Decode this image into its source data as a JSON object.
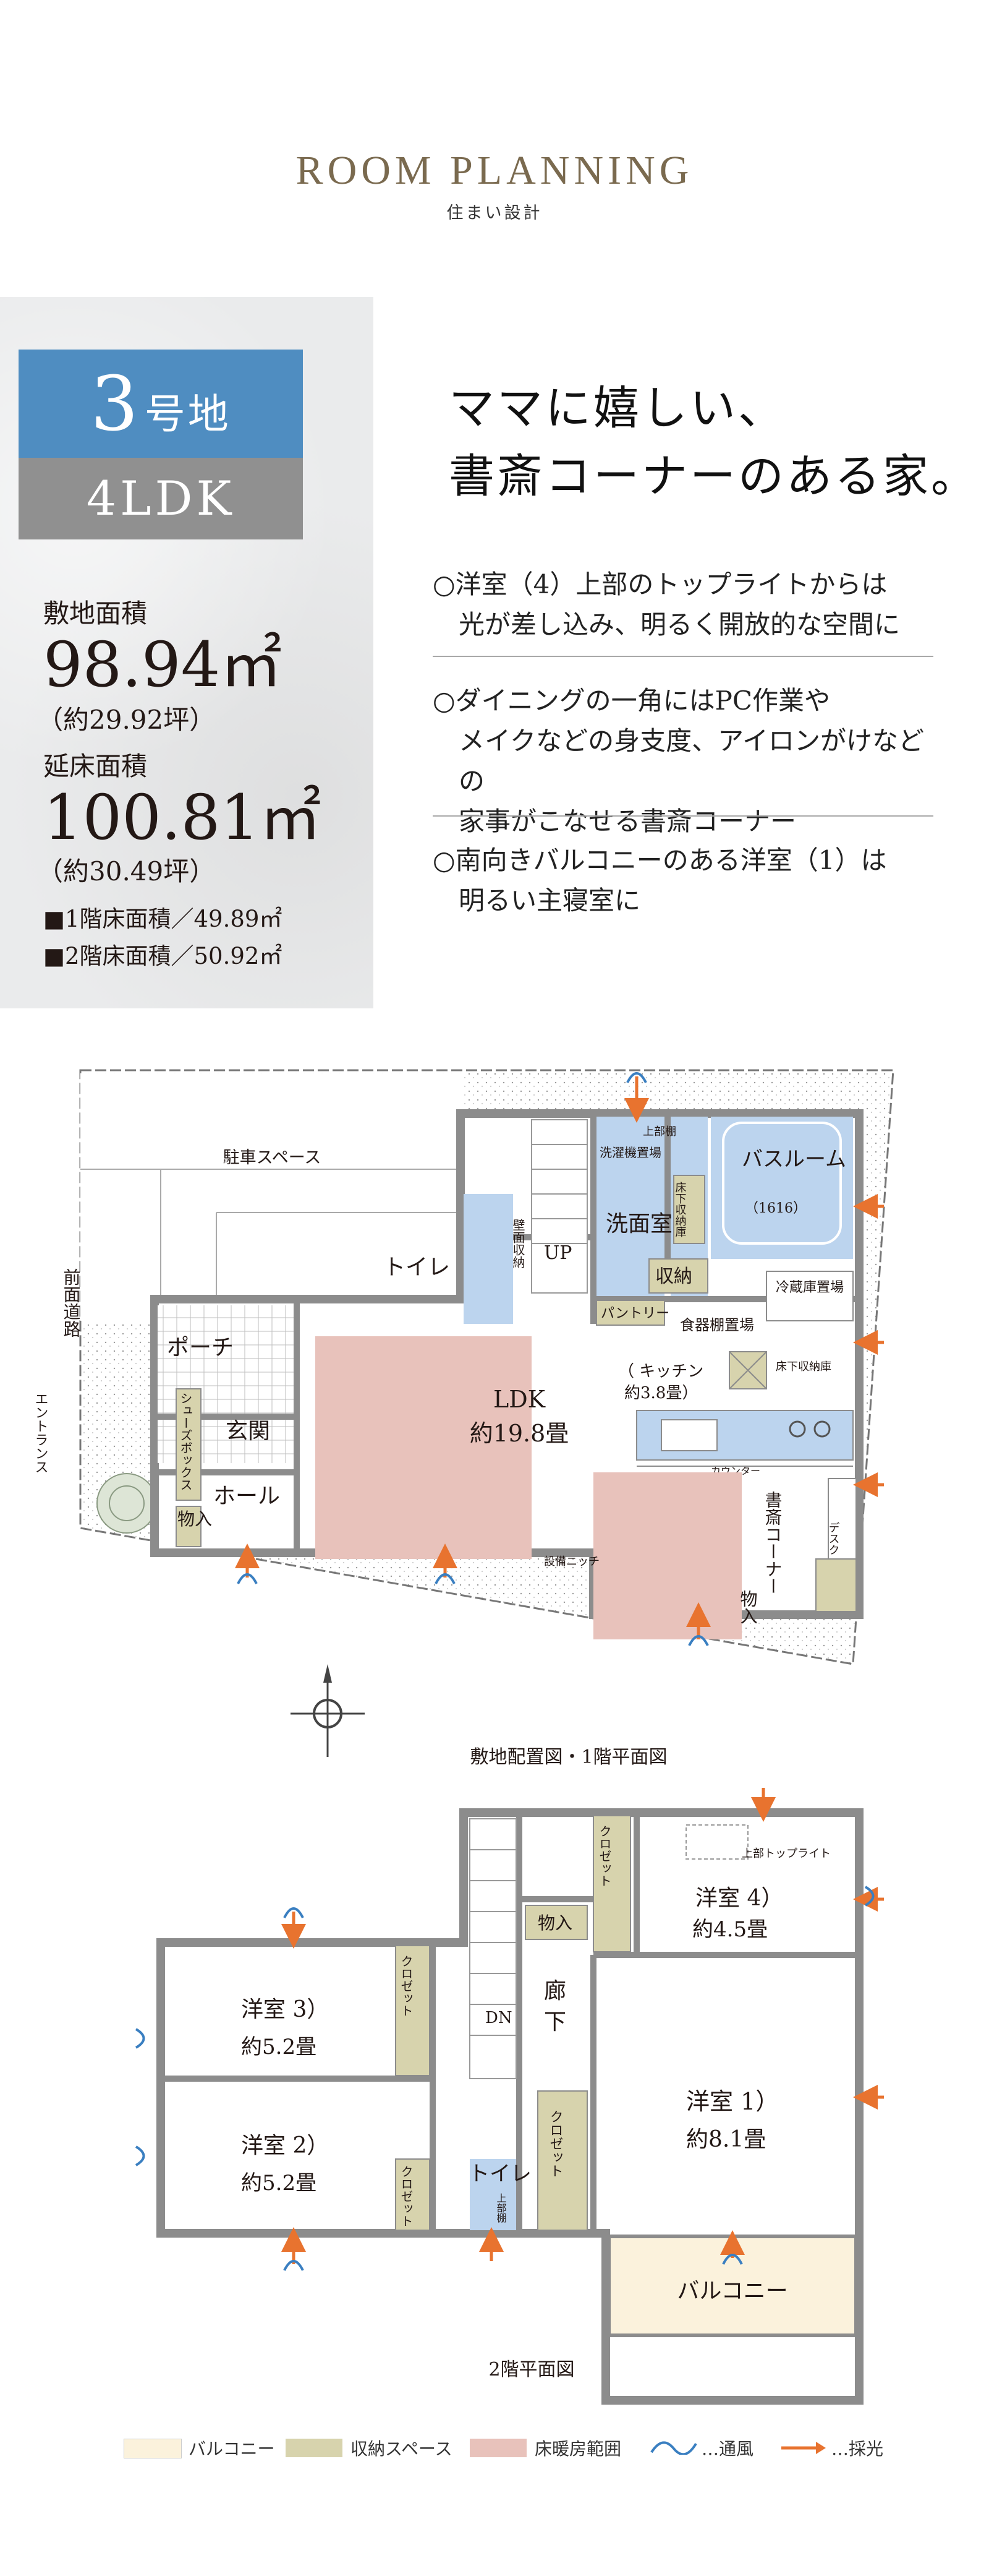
{
  "header": {
    "title": "ROOM PLANNING",
    "subtitle": "住まい設計"
  },
  "spec": {
    "plot_number": "3",
    "plot_suffix": "号地",
    "layout": "4LDK",
    "site_area_label": "敷地面積",
    "site_area": "98.94㎡",
    "site_area_tsubo": "（約29.92坪）",
    "floor_area_label": "延床面積",
    "floor_area": "100.81㎡",
    "floor_area_tsubo": "（約30.49坪）",
    "floor1": "■1階床面積／49.89㎡",
    "floor2": "■2階床面積／50.92㎡"
  },
  "catch": {
    "line1": "ママに嬉しい、",
    "line2": "書斎コーナーのある家。"
  },
  "features": [
    {
      "line1": "○洋室（4）上部のトップライトからは",
      "line2": "光が差し込み、明るく開放的な空間に",
      "line3": ""
    },
    {
      "line1": "○ダイニングの一角にはPC作業や",
      "line2": "メイクなどの身支度、アイロンがけなどの",
      "line3": "家事がこなせる書斎コーナー"
    },
    {
      "line1": "○南向きバルコニーのある洋室（1）は",
      "line2": "明るい主寝室に",
      "line3": ""
    }
  ],
  "plan1": {
    "caption": "敷地配置図・1階平面図",
    "parking": "駐車スペース",
    "road": "前面道路",
    "entrance": "エントランス",
    "porch": "ポーチ",
    "genkan": "玄関",
    "shoe_box": "シューズボックス",
    "storage_in": "物入",
    "hall": "ホール",
    "toilet": "トイレ",
    "wall_storage": "壁面収納",
    "up": "UP",
    "washer": "洗濯機置場",
    "upper_shelf": "上部棚",
    "washroom": "洗面室",
    "floor_storage": "床下収納庫",
    "storage": "収納",
    "bath": "バスルーム",
    "bath_size": "（1616）",
    "fridge": "冷蔵庫置場",
    "pantry": "パントリー",
    "dish_shelf": "食器棚置場",
    "kitchen": "（ キッチン",
    "kitchen_size": "約3.8畳）",
    "underfloor": "床下収納庫",
    "counter": "カウンター",
    "study": "書斎コーナー",
    "desk": "デスク",
    "ldk": "LDK",
    "ldk_size": "約19.8畳",
    "niche": "設備ニッチ",
    "storage_in2": "物入"
  },
  "plan2": {
    "caption": "2階平面図",
    "room4": "洋室 4）",
    "room4_size": "約4.5畳",
    "skylight": "上部トップライト",
    "closet": "クロゼット",
    "storage_in": "物入",
    "room3": "洋室 3）",
    "room3_size": "約5.2畳",
    "dn": "DN",
    "corridor1": "廊",
    "corridor2": "下",
    "room1": "洋室 1）",
    "room1_size": "約8.1畳",
    "room2": "洋室 2）",
    "room2_size": "約5.2畳",
    "toilet": "トイレ",
    "upper_shelf": "上部棚",
    "balcony": "バルコニー"
  },
  "legend": {
    "balcony": "バルコニー",
    "storage": "収納スペース",
    "heating": "床暖房範囲",
    "ventilation": "…通風",
    "daylight": "…採光"
  },
  "colors": {
    "accent_blue": "#4f8dc1",
    "badge_gray": "#909090",
    "balcony": "#fbf2dc",
    "storage": "#d7d3ad",
    "heating": "#e8c2bb",
    "water": "#bcd4ee",
    "arrow": "#e8732f",
    "wind": "#3a7fc1"
  }
}
